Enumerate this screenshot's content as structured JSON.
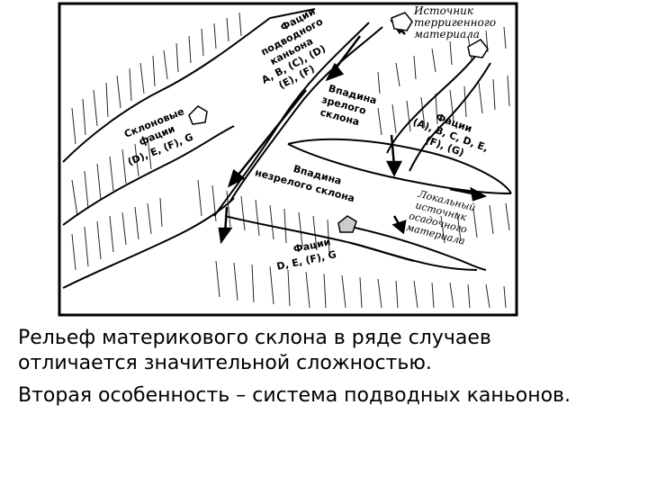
{
  "diagram": {
    "source_label": [
      "Источник",
      "терригенного",
      "материала"
    ],
    "canyon_label": [
      "Фации",
      "подводного",
      "каньона",
      "A, B, (C), (D)",
      "(E), (F)"
    ],
    "mature_label": [
      "Впадина",
      "зрелого",
      "склона"
    ],
    "right_facies_label": [
      "Фации",
      "(A), B, C, D, E,",
      "(F), (G)"
    ],
    "slope_label": [
      "Склоновые",
      "фации",
      "(D), E, (F), G"
    ],
    "immature_label": [
      "Впадина",
      "незрелого склона"
    ],
    "local_label": [
      "Локальный",
      "источник",
      "осадочного",
      "материала"
    ],
    "bottom_facies_label": [
      "Фации",
      "D, E, (F), G"
    ]
  },
  "text": {
    "line1": "Рельеф материкового склона в ряде случаев отличается значительной сложностью.",
    "line2": "Вторая особенность – система подводных каньонов."
  }
}
